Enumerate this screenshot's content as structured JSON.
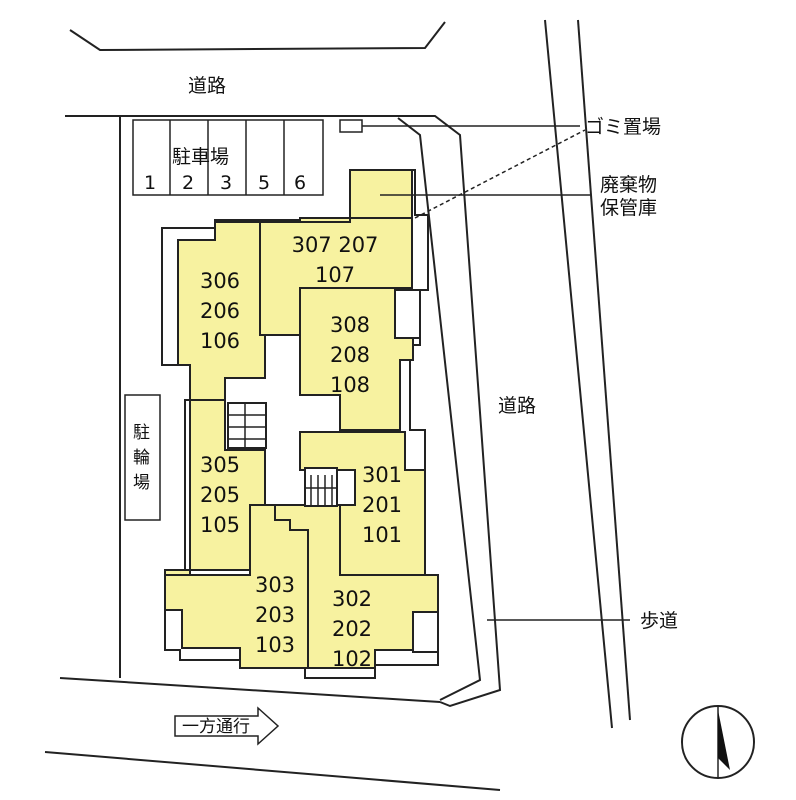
{
  "labels": {
    "road_top": "道路",
    "road_right": "道路",
    "parking": "駐車場",
    "bicycle_parking": [
      "駐",
      "輪",
      "場"
    ],
    "garbage": "ゴミ置場",
    "waste_storage_line1": "廃棄物",
    "waste_storage_line2": "保管庫",
    "sidewalk": "歩道",
    "one_way": "一方通行"
  },
  "parking_spaces": [
    "1",
    "2",
    "3",
    "5",
    "6"
  ],
  "units": {
    "g306": [
      "306",
      "206",
      "106"
    ],
    "g307": [
      "307 207",
      "107"
    ],
    "g308": [
      "308",
      "208",
      "108"
    ],
    "g305": [
      "305",
      "205",
      "105"
    ],
    "g301": [
      "301",
      "201",
      "101"
    ],
    "g303": [
      "303",
      "203",
      "103"
    ],
    "g302": [
      "302",
      "202",
      "102"
    ]
  }
}
